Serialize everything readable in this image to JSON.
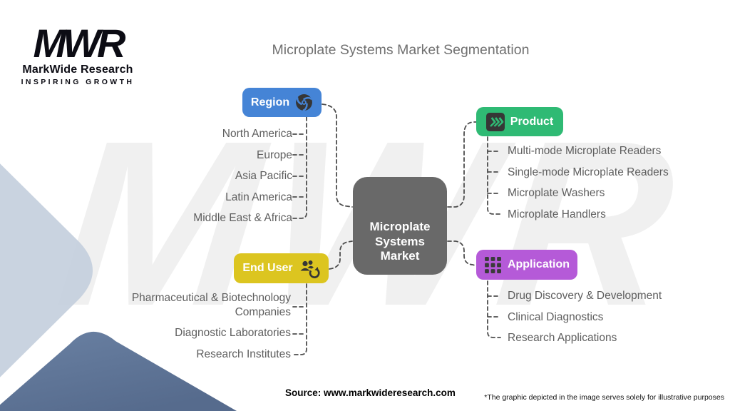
{
  "brand": {
    "logo_text": "MWR",
    "name": "MarkWide Research",
    "tagline": "INSPIRING GROWTH"
  },
  "title": "Microplate Systems Market Segmentation",
  "watermark": "MWR",
  "center_node": {
    "label": "Microplate Systems Market",
    "lines": [
      "Microplate",
      "Systems",
      "Market"
    ],
    "color": "#696969"
  },
  "branches": [
    {
      "id": "region",
      "label": "Region",
      "icon": "globe-icon",
      "color": "#4584d6",
      "items": [
        "North America",
        "Europe",
        "Asia Pacific",
        "Latin America",
        "Middle East & Africa"
      ]
    },
    {
      "id": "product",
      "label": "Product",
      "icon": "chevrons-icon",
      "color": "#2fba74",
      "items": [
        "Multi-mode Microplate Readers",
        "Single-mode Microplate Readers",
        "Microplate Washers",
        "Microplate Handlers"
      ]
    },
    {
      "id": "end_user",
      "label": "End User",
      "icon": "users-refresh-icon",
      "color": "#dcc520",
      "items": [
        "Pharmaceutical & Biotechnology Companies",
        "Diagnostic Laboratories",
        "Research Institutes"
      ]
    },
    {
      "id": "application",
      "label": "Application",
      "icon": "grid-icon",
      "color": "#b55ad8",
      "items": [
        "Drug Discovery & Development",
        "Clinical Diagnostics",
        "Research Applications"
      ]
    }
  ],
  "footer": {
    "source": "Source: www.markwideresearch.com",
    "disclaimer": "*The graphic depicted in the image serves solely for illustrative purposes"
  }
}
